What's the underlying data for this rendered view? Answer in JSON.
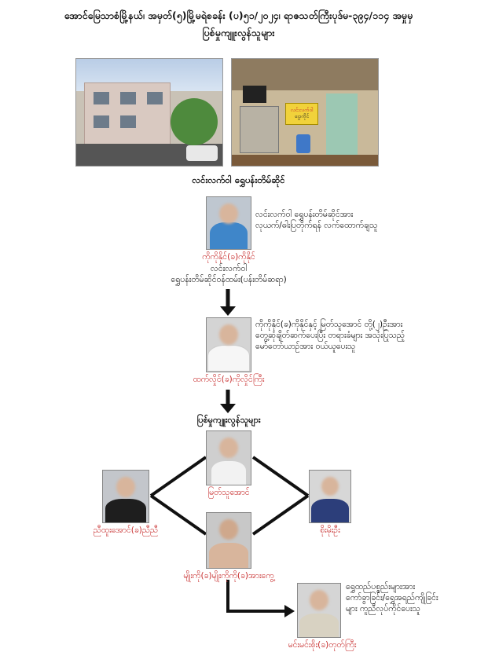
{
  "header": {
    "line1": "အောင်မြေသာစံမြို့နယ်၊ အမှတ်(၅)မြို့မရဲစခန်း (ပ)၅၁/၂၀၂၄၊ ရာဇသတ်ကြီးပုဒ်မ-၃၉၄/၁၁၄ အမှုမှ",
    "line2": "ပြစ်မှုကျူးလွန်သူများ"
  },
  "shop_caption": "လင်းလက်ဝါ ရွှေပန်းတိမ်ဆိုင်",
  "shop_sign": {
    "line1": "လင်းလက်ဝါ",
    "line2": "ငွေ၊ကိုင်"
  },
  "people": {
    "informant": {
      "name": "ကိုကိုနိုင်(ခ)ကိုနိုင်",
      "role_line1": "လင်းလက်ဝါ",
      "role_line2": "ရွှေပန်းတိမ်ဆိုင်ဝန်ထမ်း(ပန်းတိမ်ဆရာ)",
      "desc_line1": "လင်းလက်ဝါ ရွှေပန်းတိမ်ဆိုင်အား",
      "desc_line2": "လုယက်/ဓါးပြတိုက်ရန် လက်ထောက်ချသူ"
    },
    "middleman": {
      "name": "ထက်လှိုင်(ခ)ကိုလှိုင်ကြီး",
      "desc_line1": "ကိုကိုနိုင်(ခ)ကိုနိုင်နှင့် မြတ်သူအောင် တို့(၂)ဦးအား",
      "desc_line2": "တွေ့ဆုံချိတ်ဆက်ပေးပြီး တရားခံများ အသုံးပြုသည့်",
      "desc_line3": "မော်တော်ယာဉ်အား ဝယ်ယူပေးသူ"
    },
    "perpetrators_label": "ပြစ်မှုကျူးလွန်သူများ",
    "p_top": {
      "name": "မြတ်သူအောင်"
    },
    "p_left": {
      "name": "ညီထူးအောင်(ခ)ညီညီ"
    },
    "p_right": {
      "name": "စိုးမိုးဦး"
    },
    "p_bottom": {
      "name": "မျိုးကို(ခ)မျိုးကိုကို(ခ)အားကွေ့"
    },
    "fence": {
      "name": "မင်းမင်းစိုး(ခ)တုတ်ကြီး",
      "desc_line1": "ရွှေထည်ပစ္စည်းများအား",
      "desc_line2": "ကော်ခွာခြင်း/ရွှေအရည်ကျိုခြင်း",
      "desc_line3": "များ ကူညီလုပ်ကိုင်ပေးသူ"
    }
  },
  "colors": {
    "name_red": "#c62828",
    "line_black": "#111111"
  }
}
